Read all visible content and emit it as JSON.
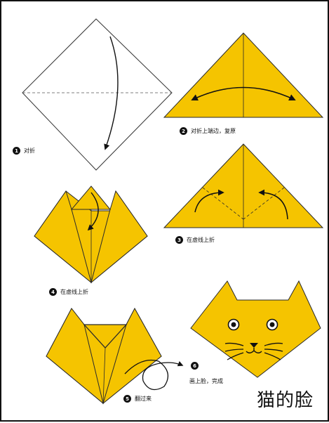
{
  "diagram": {
    "title": "猫的脸",
    "colors": {
      "paper": "#F5C400",
      "stroke": "#2a2a2a",
      "outline": "#111111"
    },
    "steps": [
      {
        "number": "1",
        "caption": "对折"
      },
      {
        "number": "2",
        "caption": "对折上端边，复原"
      },
      {
        "number": "3",
        "caption": "在虚线上折"
      },
      {
        "number": "4",
        "caption": "在虚线上折"
      },
      {
        "number": "5",
        "caption": "翻过来"
      },
      {
        "number": "6",
        "caption": "画上脸，完成"
      }
    ]
  }
}
